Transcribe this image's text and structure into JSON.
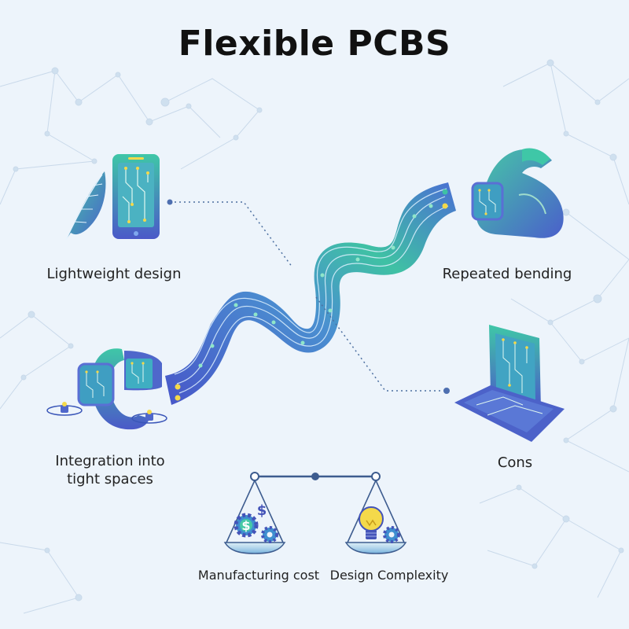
{
  "title": "Flexible PCBS",
  "labels": {
    "lightweight": "Lightweight design",
    "bending": "Repeated bending",
    "integration_line1": "Integration into",
    "integration_line2": "tight spaces",
    "cons": "Cons",
    "manufacturing": "Manufacturing cost",
    "complexity": "Design Complexity"
  },
  "icons": {
    "feather": "feather-icon",
    "phone": "smartphone-icon",
    "arm": "flexed-arm-icon",
    "watch": "smartwatch-icon",
    "laptop": "laptop-icon",
    "scale": "balance-scale-icon",
    "money_gears": "dollar-gears-icon",
    "bulb_gear": "lightbulb-gear-icon"
  },
  "colors": {
    "background": "#edf4fb",
    "accent_teal": "#3fc1a4",
    "accent_blue": "#4f6fd0",
    "accent_purple": "#5a4fc4",
    "highlight_yellow": "#f4d94a"
  }
}
